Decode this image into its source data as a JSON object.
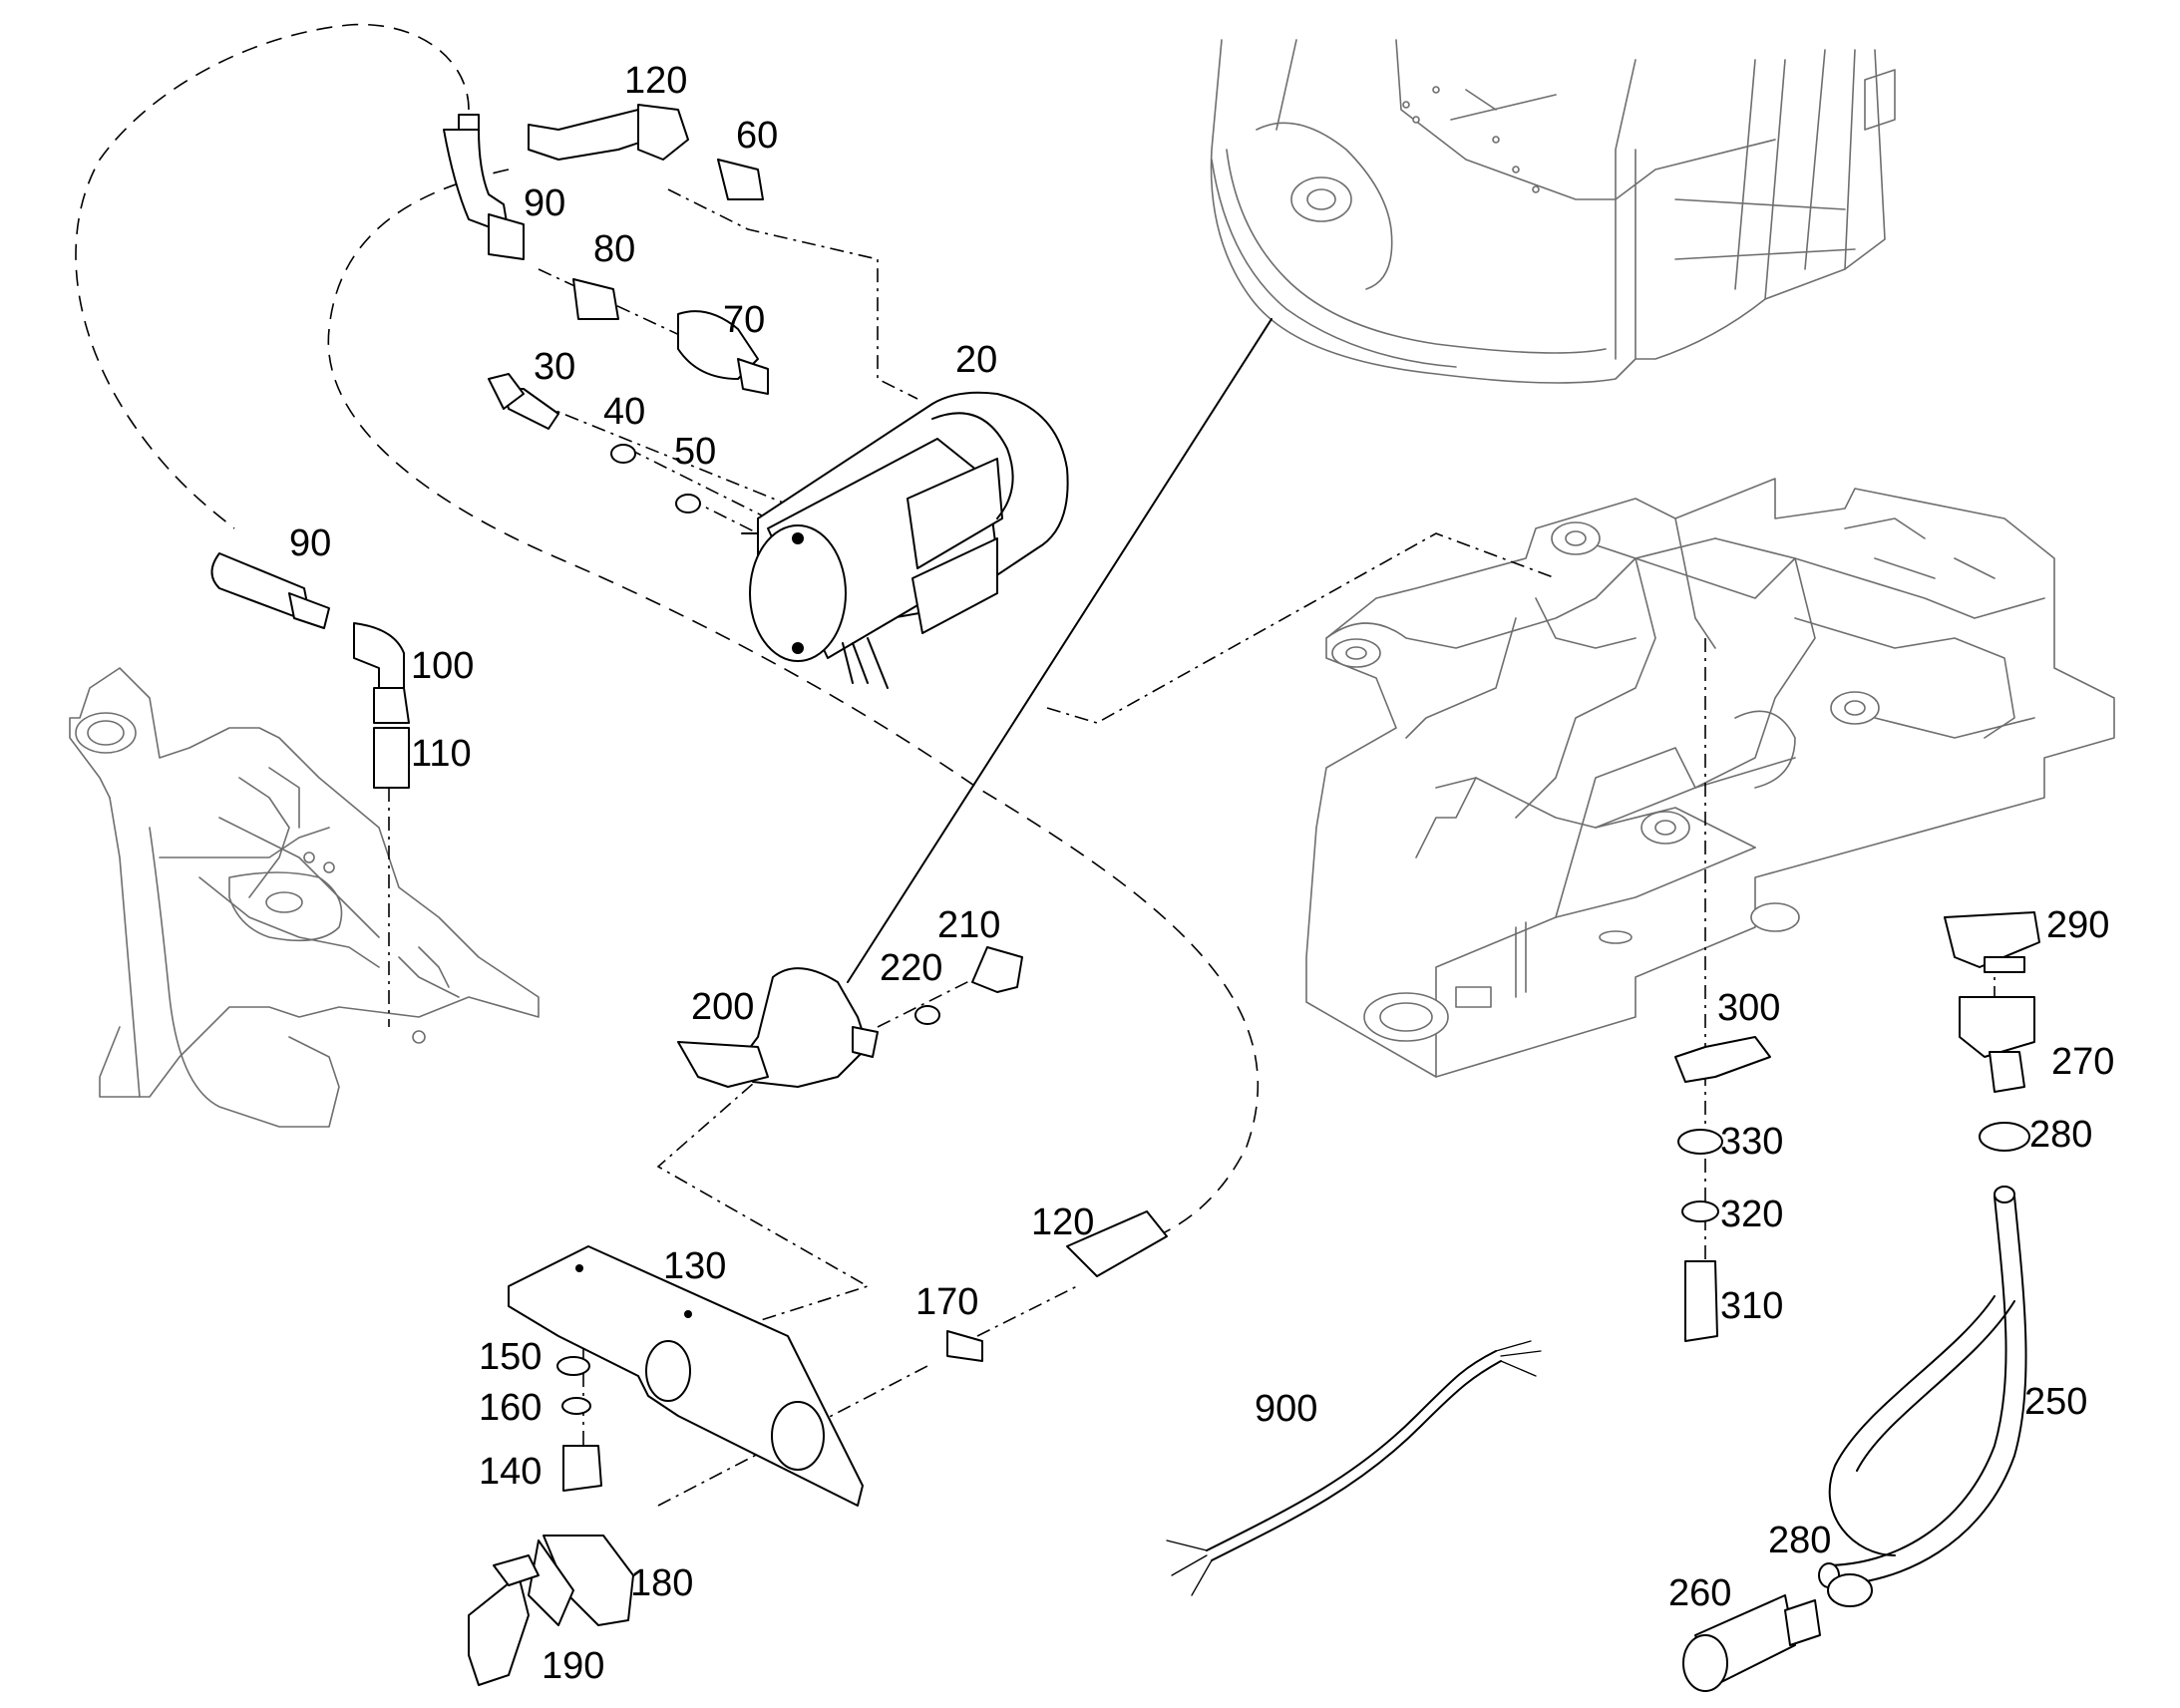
{
  "callouts": {
    "c20": "20",
    "c30": "30",
    "c40": "40",
    "c50": "50",
    "c60": "60",
    "c70": "70",
    "c80": "80",
    "c90a": "90",
    "c90b": "90",
    "c100": "100",
    "c110": "110",
    "c120a": "120",
    "c120b": "120",
    "c130": "130",
    "c140": "140",
    "c150": "150",
    "c160": "160",
    "c170": "170",
    "c180": "180",
    "c190": "190",
    "c200": "200",
    "c210": "210",
    "c220": "220",
    "c250": "250",
    "c260": "260",
    "c270": "270",
    "c280a": "280",
    "c280b": "280",
    "c290": "290",
    "c300": "300",
    "c310": "310",
    "c320": "320",
    "c330": "330",
    "c900": "900"
  },
  "colors": {
    "line": "#000000",
    "background_machine": "#6e6e6e",
    "background": "#ffffff"
  }
}
